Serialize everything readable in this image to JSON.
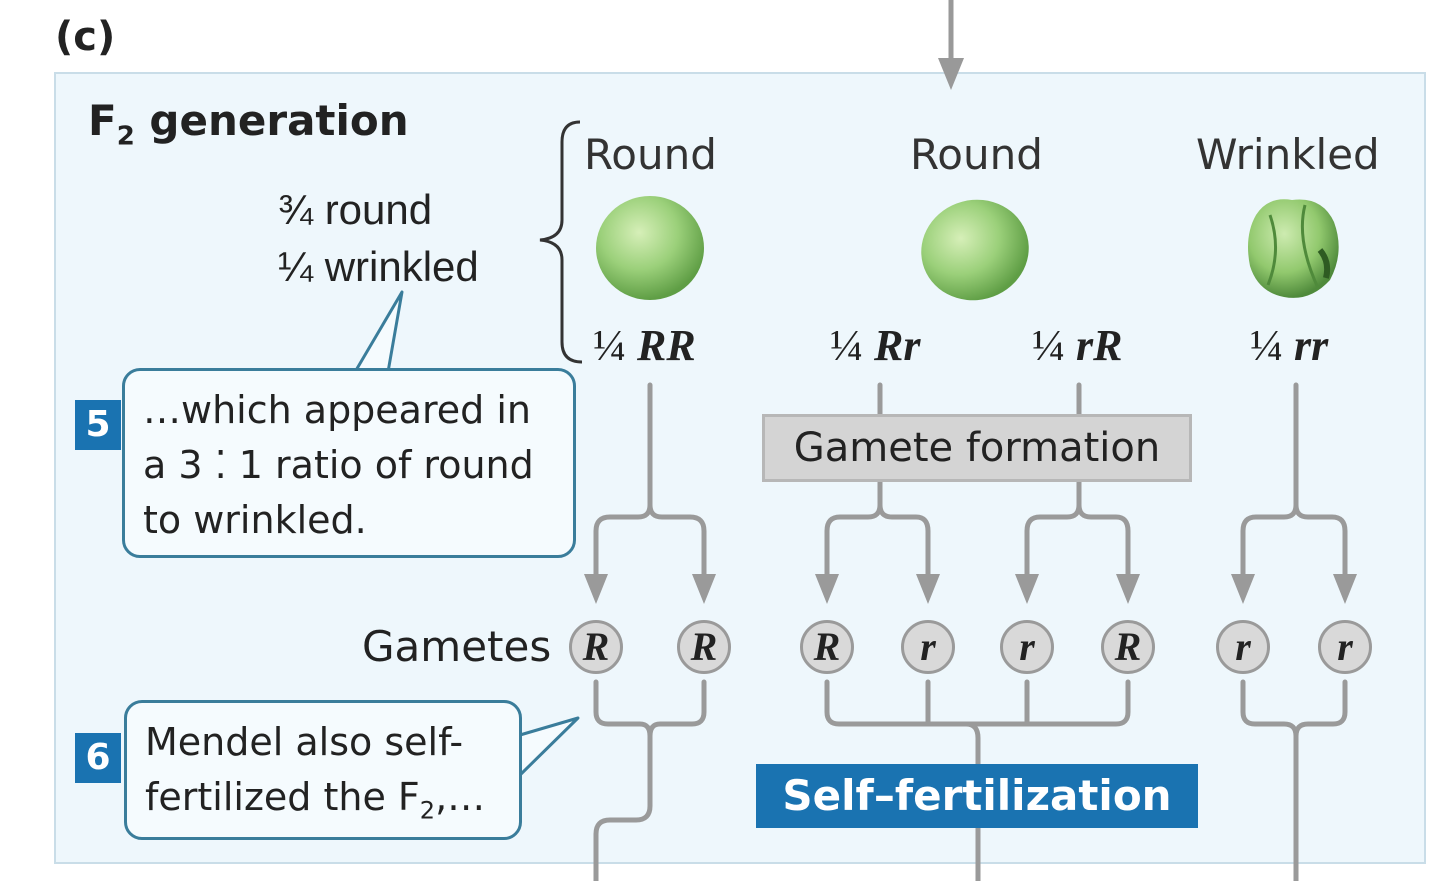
{
  "panel_letter": "(c)",
  "f2_title": {
    "main": "F",
    "sub": "2",
    "rest": " generation"
  },
  "ratio": {
    "line1": "¾ round",
    "line2": "¼ wrinkled"
  },
  "phenotypes": [
    "Round",
    "Round",
    "Wrinkled"
  ],
  "genotypes": [
    {
      "fraction": "¼",
      "allele": "RR"
    },
    {
      "fraction": "¼",
      "allele": "Rr"
    },
    {
      "fraction": "¼",
      "allele": "rR"
    },
    {
      "fraction": "¼",
      "allele": "rr"
    }
  ],
  "gamete_formation": "Gamete formation",
  "gametes_label": "Gametes",
  "gametes": [
    "R",
    "R",
    "R",
    "r",
    "r",
    "R",
    "r",
    "r"
  ],
  "self_fertilization": "Self–fertilization",
  "callout5": {
    "step": "5",
    "line1": "…which appeared in",
    "line2": "a 3 ⁚ 1 ratio of round",
    "line3": "to wrinkled."
  },
  "callout6": {
    "step": "6",
    "line1": "Mendel also self-",
    "line2_pre": "fertilized the F",
    "line2_sub": "2",
    "line2_post": ",…"
  },
  "colors": {
    "panel_bg": "#eef7fc",
    "panel_border": "#c9dde8",
    "accent_blue": "#1a73b1",
    "callout_border": "#3a7d9b",
    "line_gray": "#9a9a9a"
  }
}
